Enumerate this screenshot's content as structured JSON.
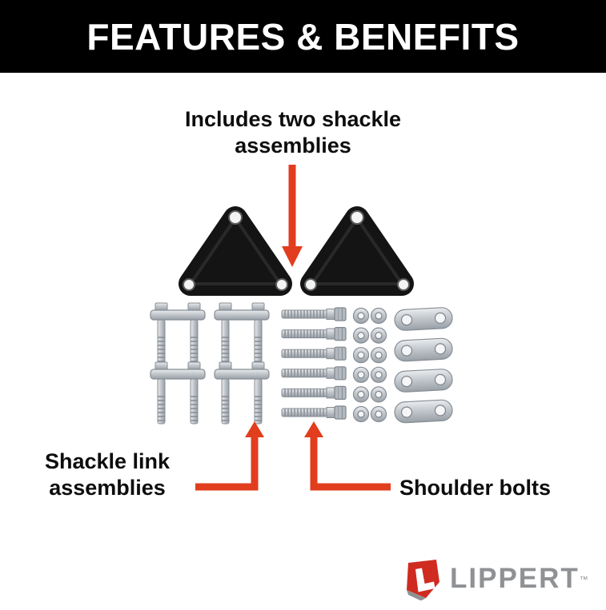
{
  "header": {
    "title": "FEATURES & BENEFITS"
  },
  "annotations": {
    "top": {
      "label": "Includes two shackle assemblies"
    },
    "bottom_left": {
      "label": "Shackle link assemblies"
    },
    "bottom_right": {
      "label": "Shoulder bolts"
    }
  },
  "brand": {
    "wordmark": "LIPPERT",
    "trademark": "™"
  },
  "colors": {
    "header_bg": "#000000",
    "header_text": "#ffffff",
    "arrow_red": "#e23d1d",
    "logo_red": "#cf2b20",
    "logo_gray": "#8f9194",
    "background": "#ffffff"
  },
  "hardware": {
    "equalizer_brackets": 2,
    "shackle_link_assemblies": 4,
    "shoulder_bolts": 6,
    "washers": 12,
    "link_plates": 4
  }
}
